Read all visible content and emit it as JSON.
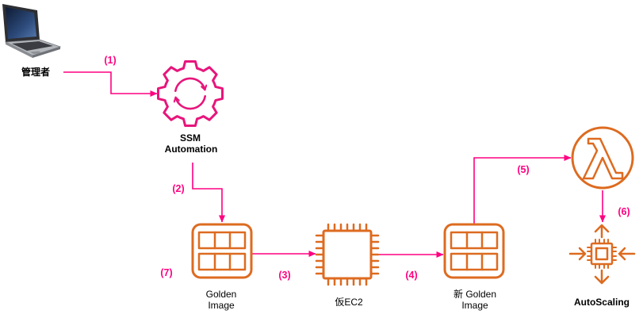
{
  "diagram": {
    "nodes": {
      "admin": {
        "label": "管理者",
        "icon": "laptop-icon"
      },
      "ssm_automation": {
        "label_lines": [
          "SSM",
          "Automation"
        ],
        "icon": "ssm-automation-gear-icon"
      },
      "golden_image": {
        "label_lines": [
          "Golden",
          "Image"
        ],
        "icon": "ami-icon"
      },
      "temporary_ec2": {
        "label": "仮EC2",
        "icon": "ec2-instance-chip-icon"
      },
      "new_golden_image": {
        "label_lines": [
          "新 Golden",
          "Image"
        ],
        "icon": "ami-icon"
      },
      "lambda": {
        "icon": "lambda-icon"
      },
      "auto_scaling": {
        "label": "AutoScaling",
        "icon": "auto-scaling-icon"
      }
    },
    "steps": [
      "(1)",
      "(2)",
      "(3)",
      "(4)",
      "(5)",
      "(6)",
      "(7)"
    ]
  },
  "colors": {
    "connector_pink": "#FF0080",
    "management_pink": "#E7157B",
    "compute_orange": "#DD6B20",
    "label_text": "#000000",
    "background": "#FFFFFF"
  }
}
